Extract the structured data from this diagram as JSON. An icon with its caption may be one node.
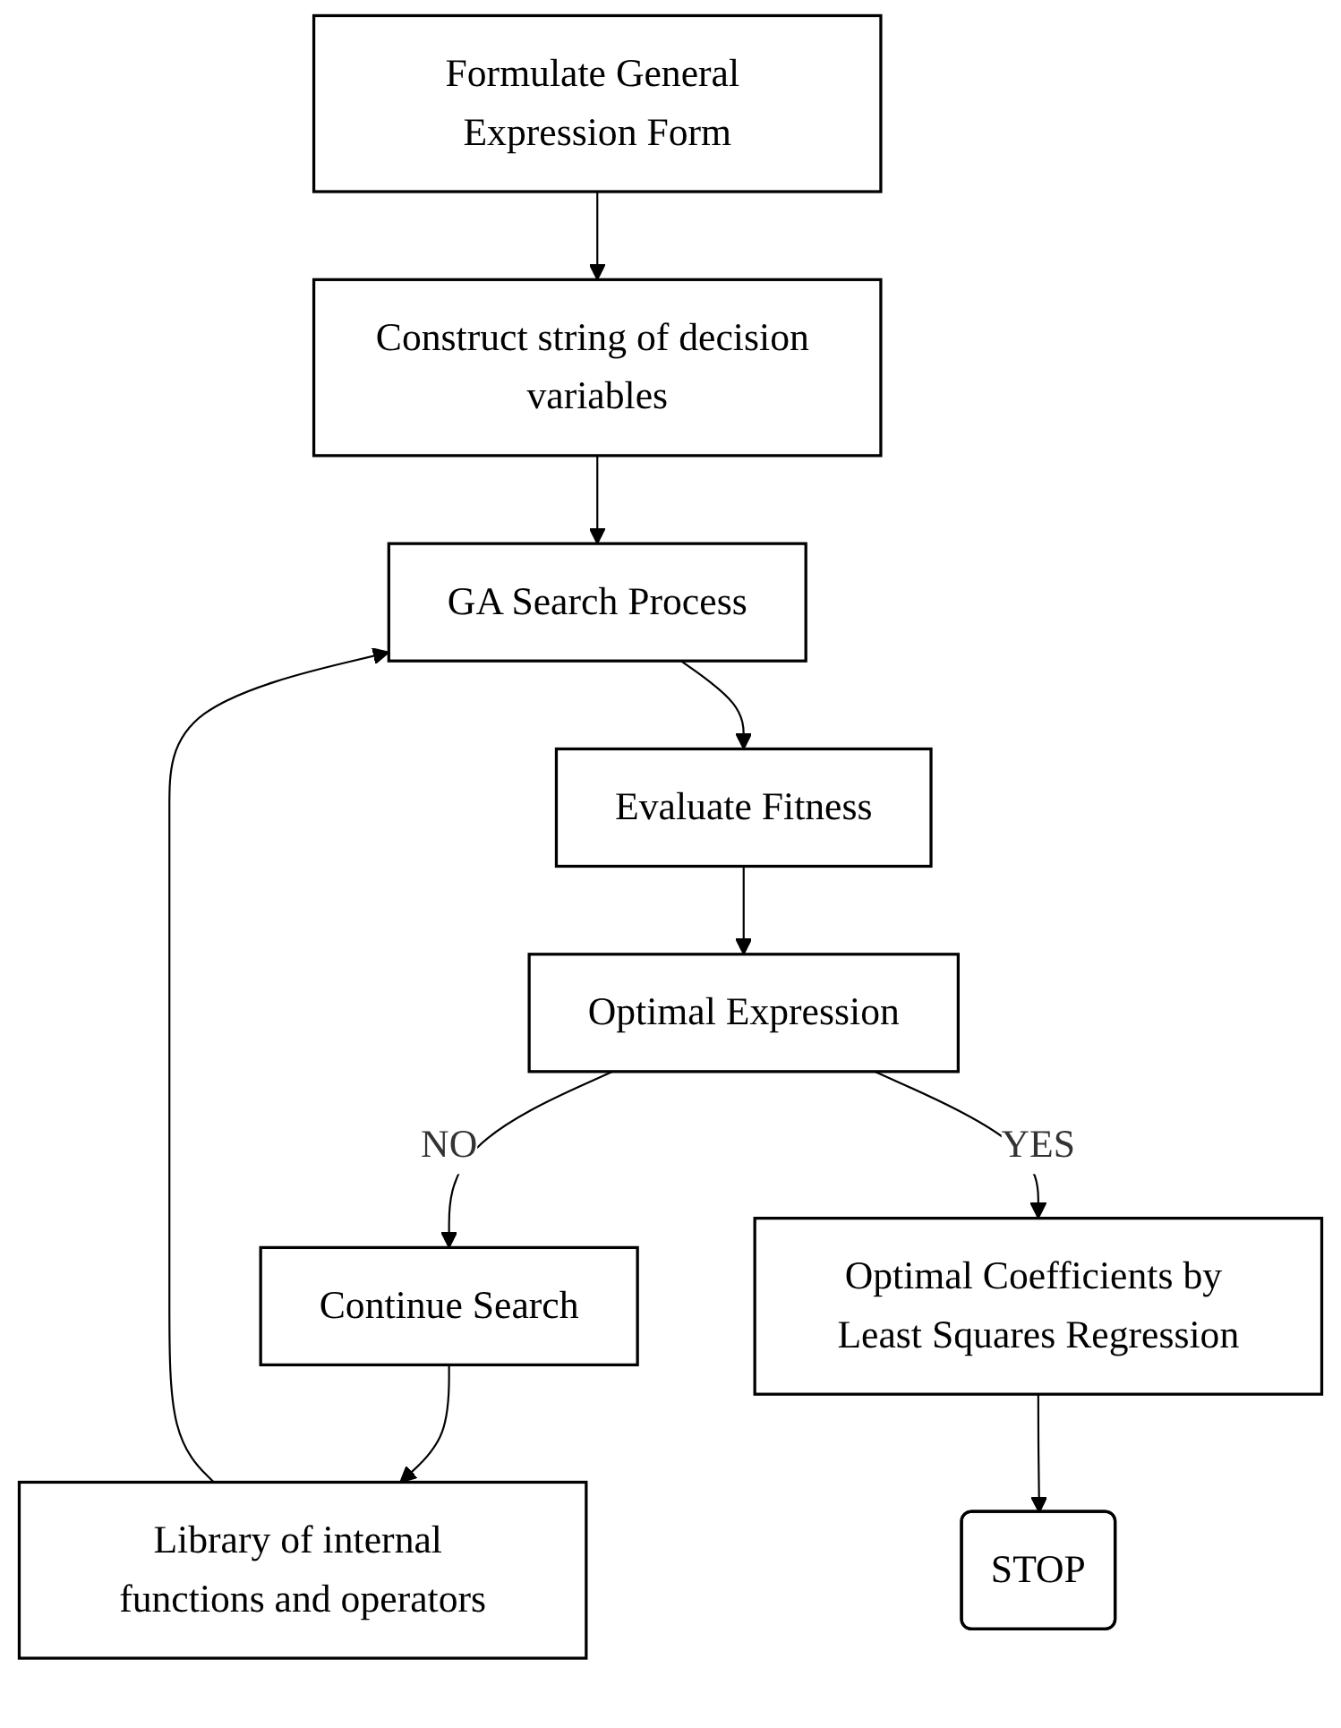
{
  "diagram": {
    "nodes": [
      {
        "text": [
          "Formulate General Expression Form"
        ]
      },
      {
        "text": [
          "Construct string of decision variables"
        ]
      },
      {
        "text": [
          "GA Search Process"
        ]
      },
      {
        "text": [
          "Library of internal functions and operators"
        ]
      },
      {
        "text": [
          "Evaluate Fitness"
        ]
      },
      {
        "text": [
          "Optimal Expression"
        ]
      },
      {
        "text": [
          "Continue Search"
        ]
      },
      {
        "text": [
          "Optimal Coefficients by Least Squares Regression"
        ]
      },
      {
        "text": [
          "STOP"
        ]
      }
    ],
    "edges": [
      {
        "from": 0,
        "to": 1,
        "arrow": "to"
      },
      {
        "from": 1,
        "to": 2,
        "arrow": "to"
      },
      {
        "from": 3,
        "to": 2,
        "arrow": "to"
      },
      {
        "from": 2,
        "to": 4,
        "arrow": "to"
      },
      {
        "from": 4,
        "to": 5,
        "arrow": "to"
      },
      {
        "from": 5,
        "to": 6,
        "arrow": "to",
        "label": "NO"
      },
      {
        "from": 6,
        "to": 3,
        "arrow": "to"
      },
      {
        "from": 5,
        "to": 7,
        "arrow": "to",
        "label": "YES"
      },
      {
        "from": 7,
        "to": 8,
        "arrow": "to"
      }
    ]
  }
}
